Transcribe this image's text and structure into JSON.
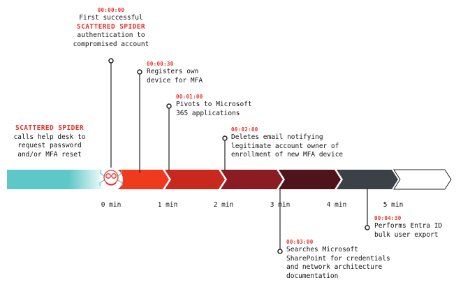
{
  "colors": {
    "teal": "#5ec7c7",
    "red_bright": "#f03a20",
    "red": "#c8281e",
    "maroon": "#8c1c24",
    "dark_maroon": "#4e141a",
    "slate": "#3b4147",
    "accent_text": "#e5322b"
  },
  "icons": {
    "actor": "scattered-spider-icon"
  },
  "left_note": {
    "actor": "SCATTERED SPIDER",
    "lines": [
      "calls help desk to",
      "request password",
      "and/or MFA reset"
    ]
  },
  "events": [
    {
      "time": "00:00:00",
      "lines": [
        "First successful"
      ],
      "actor": "SCATTERED SPIDER",
      "lines_after": [
        "authentication to",
        "compromised account"
      ]
    },
    {
      "time": "00:00:30",
      "lines": [
        "Registers own",
        "device for MFA"
      ]
    },
    {
      "time": "00:01:00",
      "lines": [
        "Pivots to Microsoft",
        "365 applications"
      ]
    },
    {
      "time": "00:02:00",
      "lines": [
        "Deletes email notifying",
        "legitimate account owner of",
        "enrollment of new MFA device"
      ]
    },
    {
      "time": "00:03:00",
      "lines": [
        "Searches Microsoft",
        "SharePoint for credentials",
        "and network architecture",
        "documentation"
      ]
    },
    {
      "time": "00:04:30",
      "lines": [
        "Performs Entra ID",
        "bulk user export"
      ]
    }
  ],
  "ticks": [
    "0 min",
    "1 min",
    "2 min",
    "3 min",
    "4 min",
    "5 min"
  ]
}
